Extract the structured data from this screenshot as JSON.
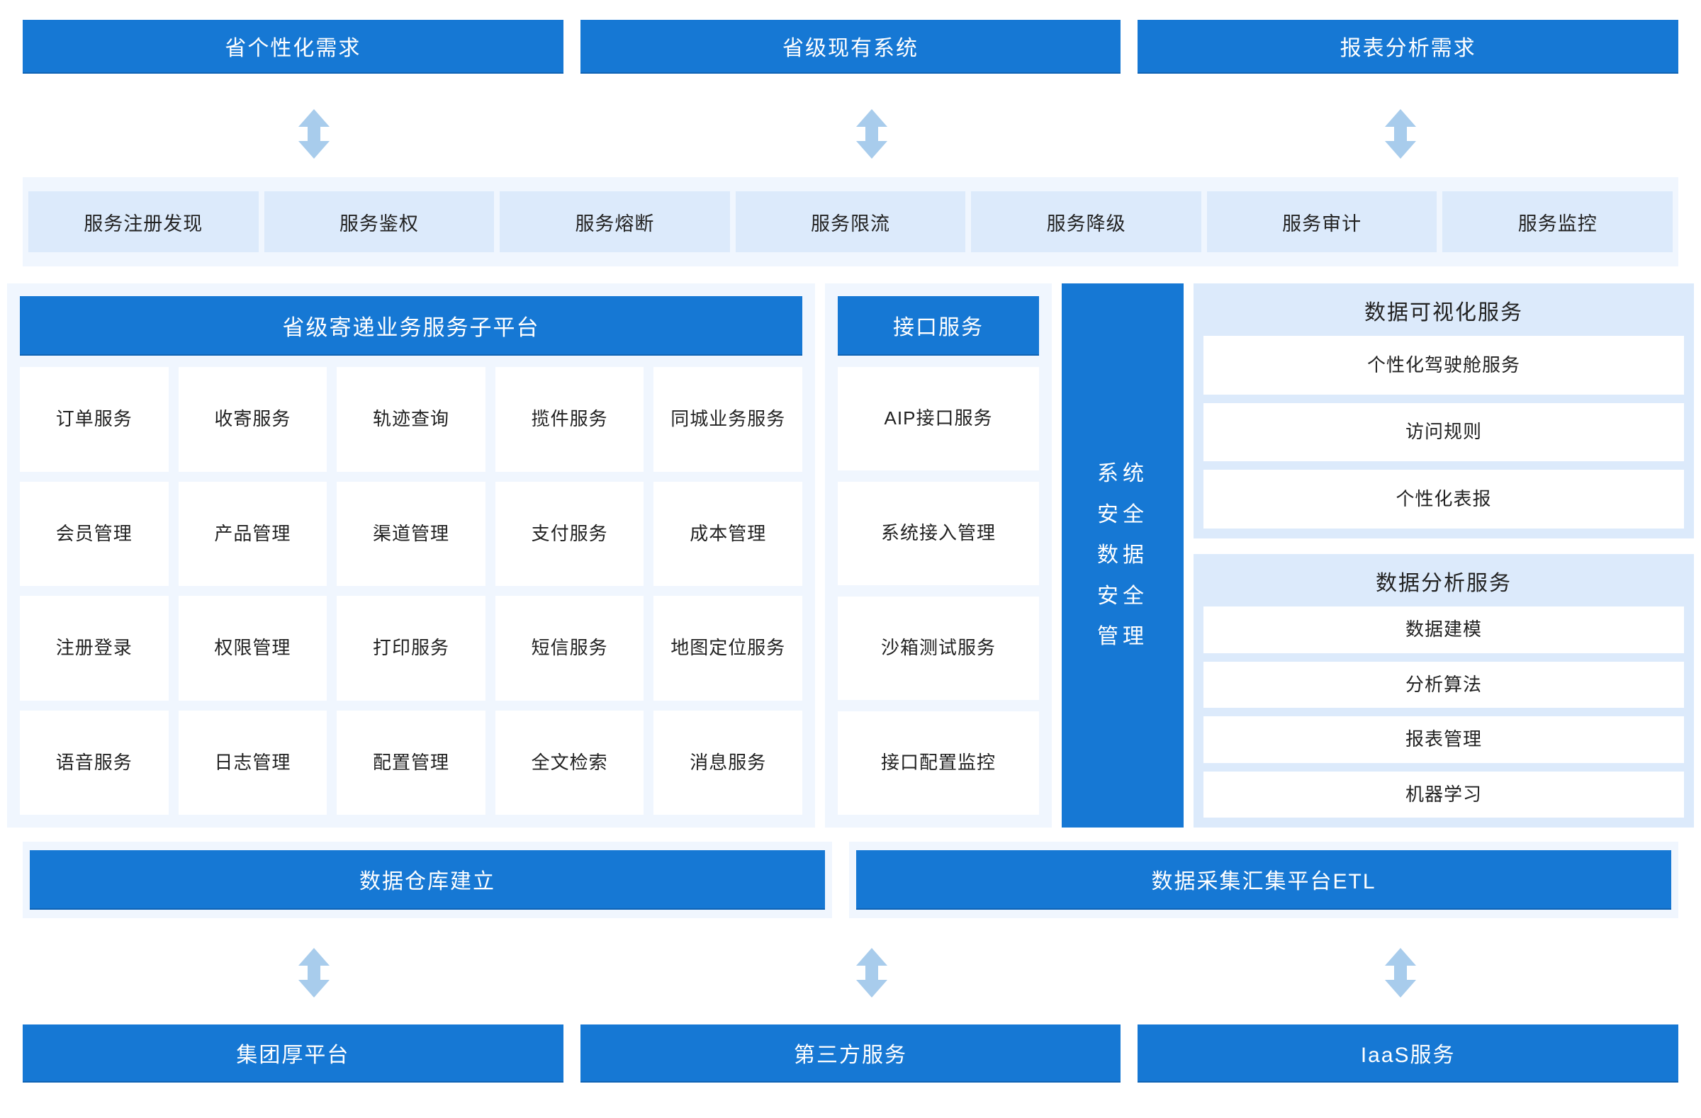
{
  "colors": {
    "primary_blue": "#1678d4",
    "chip_blue": "#dceafb",
    "band_blue": "#f0f6fe",
    "arrow_blue": "#a8ccec",
    "cell_white": "#ffffff",
    "text_dark": "#222222"
  },
  "top_row": [
    {
      "label": "省个性化需求"
    },
    {
      "label": "省级现有系统"
    },
    {
      "label": "报表分析需求"
    }
  ],
  "governance_row": [
    {
      "label": "服务注册发现"
    },
    {
      "label": "服务鉴权"
    },
    {
      "label": "服务熔断"
    },
    {
      "label": "服务限流"
    },
    {
      "label": "服务降级"
    },
    {
      "label": "服务审计"
    },
    {
      "label": "服务监控"
    }
  ],
  "platform": {
    "header": "省级寄递业务服务子平台",
    "cells": [
      "订单服务",
      "收寄服务",
      "轨迹查询",
      "揽件服务",
      "同城业务服务",
      "会员管理",
      "产品管理",
      "渠道管理",
      "支付服务",
      "成本管理",
      "注册登录",
      "权限管理",
      "打印服务",
      "短信服务",
      "地图定位服务",
      "语音服务",
      "日志管理",
      "配置管理",
      "全文检索",
      "消息服务"
    ]
  },
  "interface": {
    "header": "接口服务",
    "items": [
      "AIP接口服务",
      "系统接入管理",
      "沙箱测试服务",
      "接口配置监控"
    ]
  },
  "security_bar": {
    "lines": [
      "系统",
      "安全",
      "数据",
      "安全",
      "管理"
    ]
  },
  "visualization_panel": {
    "title": "数据可视化服务",
    "items": [
      "个性化驾驶舱服务",
      "访问规则",
      "个性化表报"
    ]
  },
  "analysis_panel": {
    "title": "数据分析服务",
    "items": [
      "数据建模",
      "分析算法",
      "报表管理",
      "机器学习"
    ]
  },
  "data_platform_row": {
    "warehouse": "数据仓库建立",
    "etl": "数据采集汇集平台ETL"
  },
  "bottom_row": [
    {
      "label": "集团厚平台"
    },
    {
      "label": "第三方服务"
    },
    {
      "label": "IaaS服务"
    }
  ],
  "connectors": [
    {
      "name": "arrow-top-1"
    },
    {
      "name": "arrow-top-2"
    },
    {
      "name": "arrow-top-3"
    },
    {
      "name": "arrow-bottom-1"
    },
    {
      "name": "arrow-bottom-2"
    },
    {
      "name": "arrow-bottom-3"
    }
  ]
}
